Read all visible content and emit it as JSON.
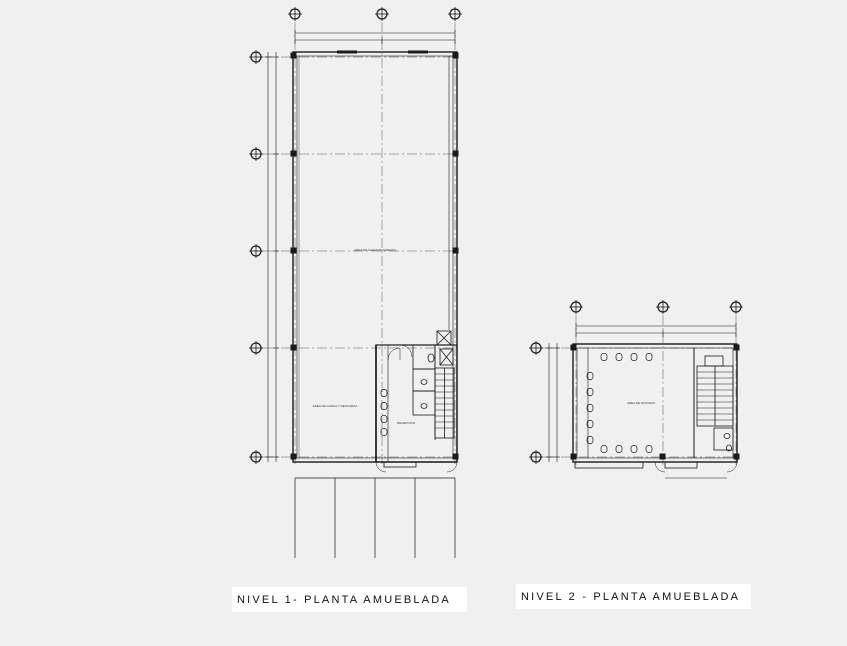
{
  "titles": {
    "level1": "NIVEL 1- PLANTA AMUEBLADA",
    "level2": "NIVEL 2 - PLANTA AMUEBLADA"
  },
  "colors": {
    "background": "#f0f0f0",
    "line": "#1a1a1a",
    "axis": "#555555",
    "title_box": "#ffffff"
  },
  "plan1": {
    "room_labels": {
      "warehouse": "AREA DE ALMACENAMIENTO",
      "loading": "AREA DE CARGA Y DESCARGA",
      "reception": "RECEPCION"
    }
  },
  "plan2": {
    "room_labels": {
      "offices": "AREA DE OFICINAS"
    }
  }
}
